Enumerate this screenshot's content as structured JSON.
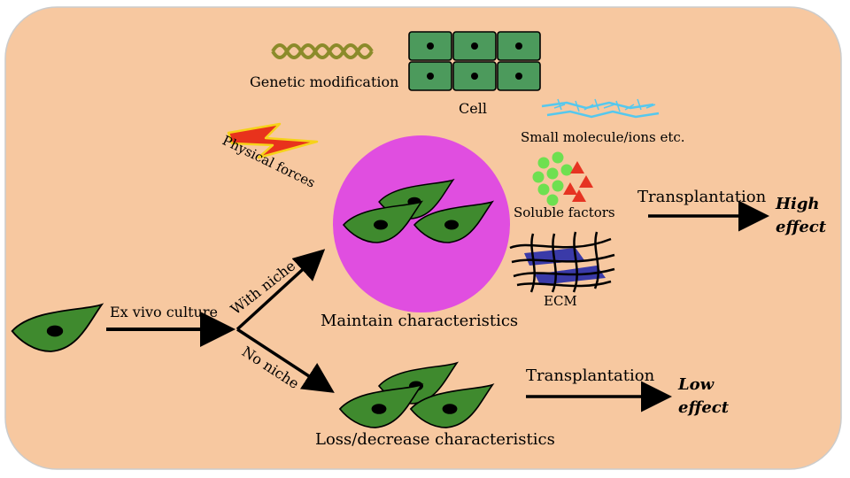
{
  "labels": {
    "genetic_modification": "Genetic modification",
    "cell": "Cell",
    "physical_forces": "Physical forces",
    "small_molecule": "Small molecule/ions etc.",
    "soluble_factors": "Soluble factors",
    "ecm": "ECM",
    "transplantation_top": "Transplantation",
    "high_effect_line1": "High",
    "high_effect_line2": "effect",
    "ex_vivo_culture": "Ex vivo culture",
    "with_niche": "With niche",
    "no_niche": "No niche",
    "maintain_characteristics": "Maintain characteristics",
    "transplantation_bottom": "Transplantation",
    "low_effect_line1": "Low",
    "low_effect_line2": "effect",
    "loss_characteristics": "Loss/decrease characteristics"
  },
  "colors": {
    "background_panel": "#f7c8a0",
    "panel_border": "#cccccc",
    "cell_green": "#3f8a2e",
    "niche_magenta": "#e04ee0",
    "grid_cell_green": "#4c9a5c",
    "helix_olive": "#8b8b2a",
    "molecule_blue": "#55c8ee",
    "soluble_green": "#6ee050",
    "soluble_red": "#e63322",
    "ecm_blue": "#3a3aa8",
    "lightning_red": "#e8321c",
    "lightning_yellow": "#f6d21a"
  }
}
